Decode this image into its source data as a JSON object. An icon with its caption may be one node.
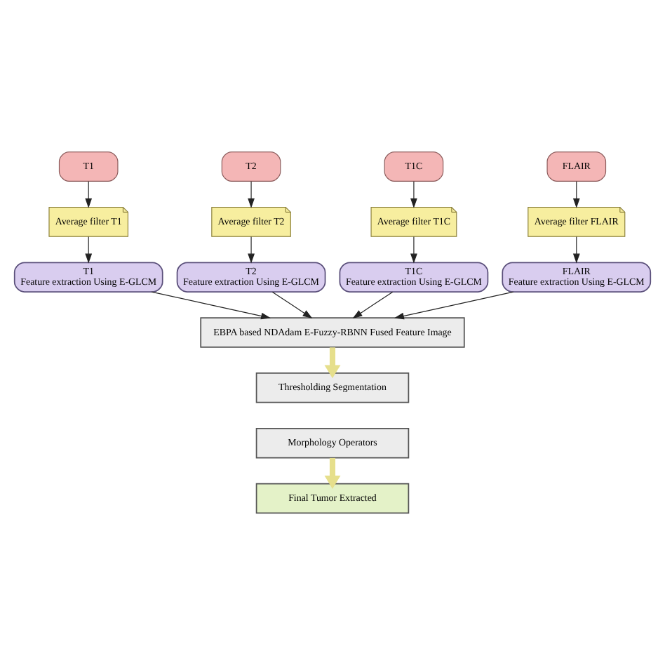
{
  "diagram": {
    "nodes": [
      {
        "text": [
          "T1"
        ]
      },
      {
        "text": [
          "T2"
        ]
      },
      {
        "text": [
          "T1C"
        ]
      },
      {
        "text": [
          "FLAIR"
        ]
      },
      {
        "text": [
          "Average filter T1"
        ]
      },
      {
        "text": [
          "Average filter T2"
        ]
      },
      {
        "text": [
          "Average filter T1C"
        ]
      },
      {
        "text": [
          "Average filter FLAIR"
        ]
      },
      {
        "text": [
          "T1",
          "Feature extraction Using E-GLCM"
        ]
      },
      {
        "text": [
          "T2",
          "Feature extraction Using E-GLCM"
        ]
      },
      {
        "text": [
          "T1C",
          "Feature extraction Using E-GLCM"
        ]
      },
      {
        "text": [
          "FLAIR",
          "Feature extraction Using E-GLCM"
        ]
      },
      {
        "text": [
          "EBPA based NDAdam E-Fuzzy-RBNN Fused Feature Image"
        ]
      },
      {
        "text": [
          "Thresholding Segmentation"
        ]
      },
      {
        "text": [
          "Morphology Operators"
        ]
      },
      {
        "text": [
          "Final Tumor Extracted"
        ]
      }
    ],
    "edges": [
      {
        "from": 0,
        "to": 4,
        "arrow": "to"
      },
      {
        "from": 1,
        "to": 5,
        "arrow": "to"
      },
      {
        "from": 2,
        "to": 6,
        "arrow": "to"
      },
      {
        "from": 3,
        "to": 7,
        "arrow": "to"
      },
      {
        "from": 4,
        "to": 8,
        "arrow": "to"
      },
      {
        "from": 5,
        "to": 9,
        "arrow": "to"
      },
      {
        "from": 6,
        "to": 10,
        "arrow": "to"
      },
      {
        "from": 7,
        "to": 11,
        "arrow": "to"
      },
      {
        "from": 8,
        "to": 12,
        "arrow": "to"
      },
      {
        "from": 9,
        "to": 12,
        "arrow": "to"
      },
      {
        "from": 10,
        "to": 12,
        "arrow": "to"
      },
      {
        "from": 11,
        "to": 12,
        "arrow": "to"
      },
      {
        "from": 12,
        "to": 13,
        "arrow": "to",
        "style": "thick",
        "color": "#e6df8c"
      },
      {
        "from": 14,
        "to": 15,
        "arrow": "to",
        "style": "thick",
        "color": "#e6df8c"
      }
    ]
  }
}
